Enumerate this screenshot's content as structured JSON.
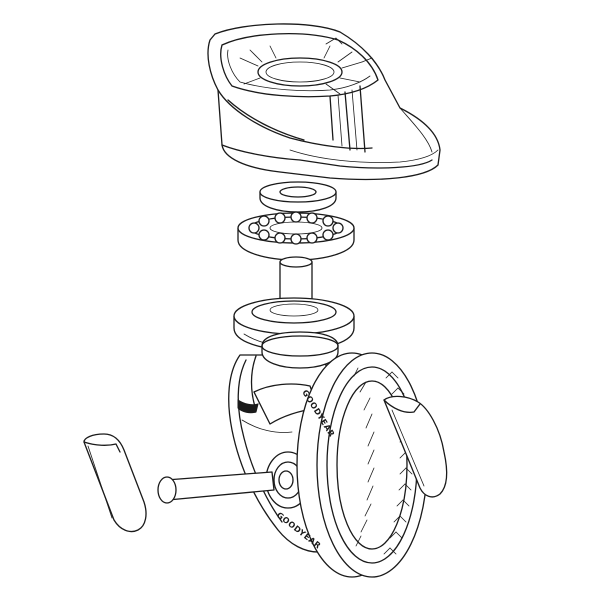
{
  "figure": {
    "brand_marking": "GOODYEAR",
    "line_color": "#1a1a1a",
    "background": "#ffffff",
    "parts": [
      "mounting-bracket",
      "spacer-washer",
      "ball-bearing-ring",
      "swivel-pin",
      "base-plate",
      "wheel-fork",
      "tire",
      "axle-pin",
      "left-end-cap",
      "right-end-cap"
    ]
  }
}
